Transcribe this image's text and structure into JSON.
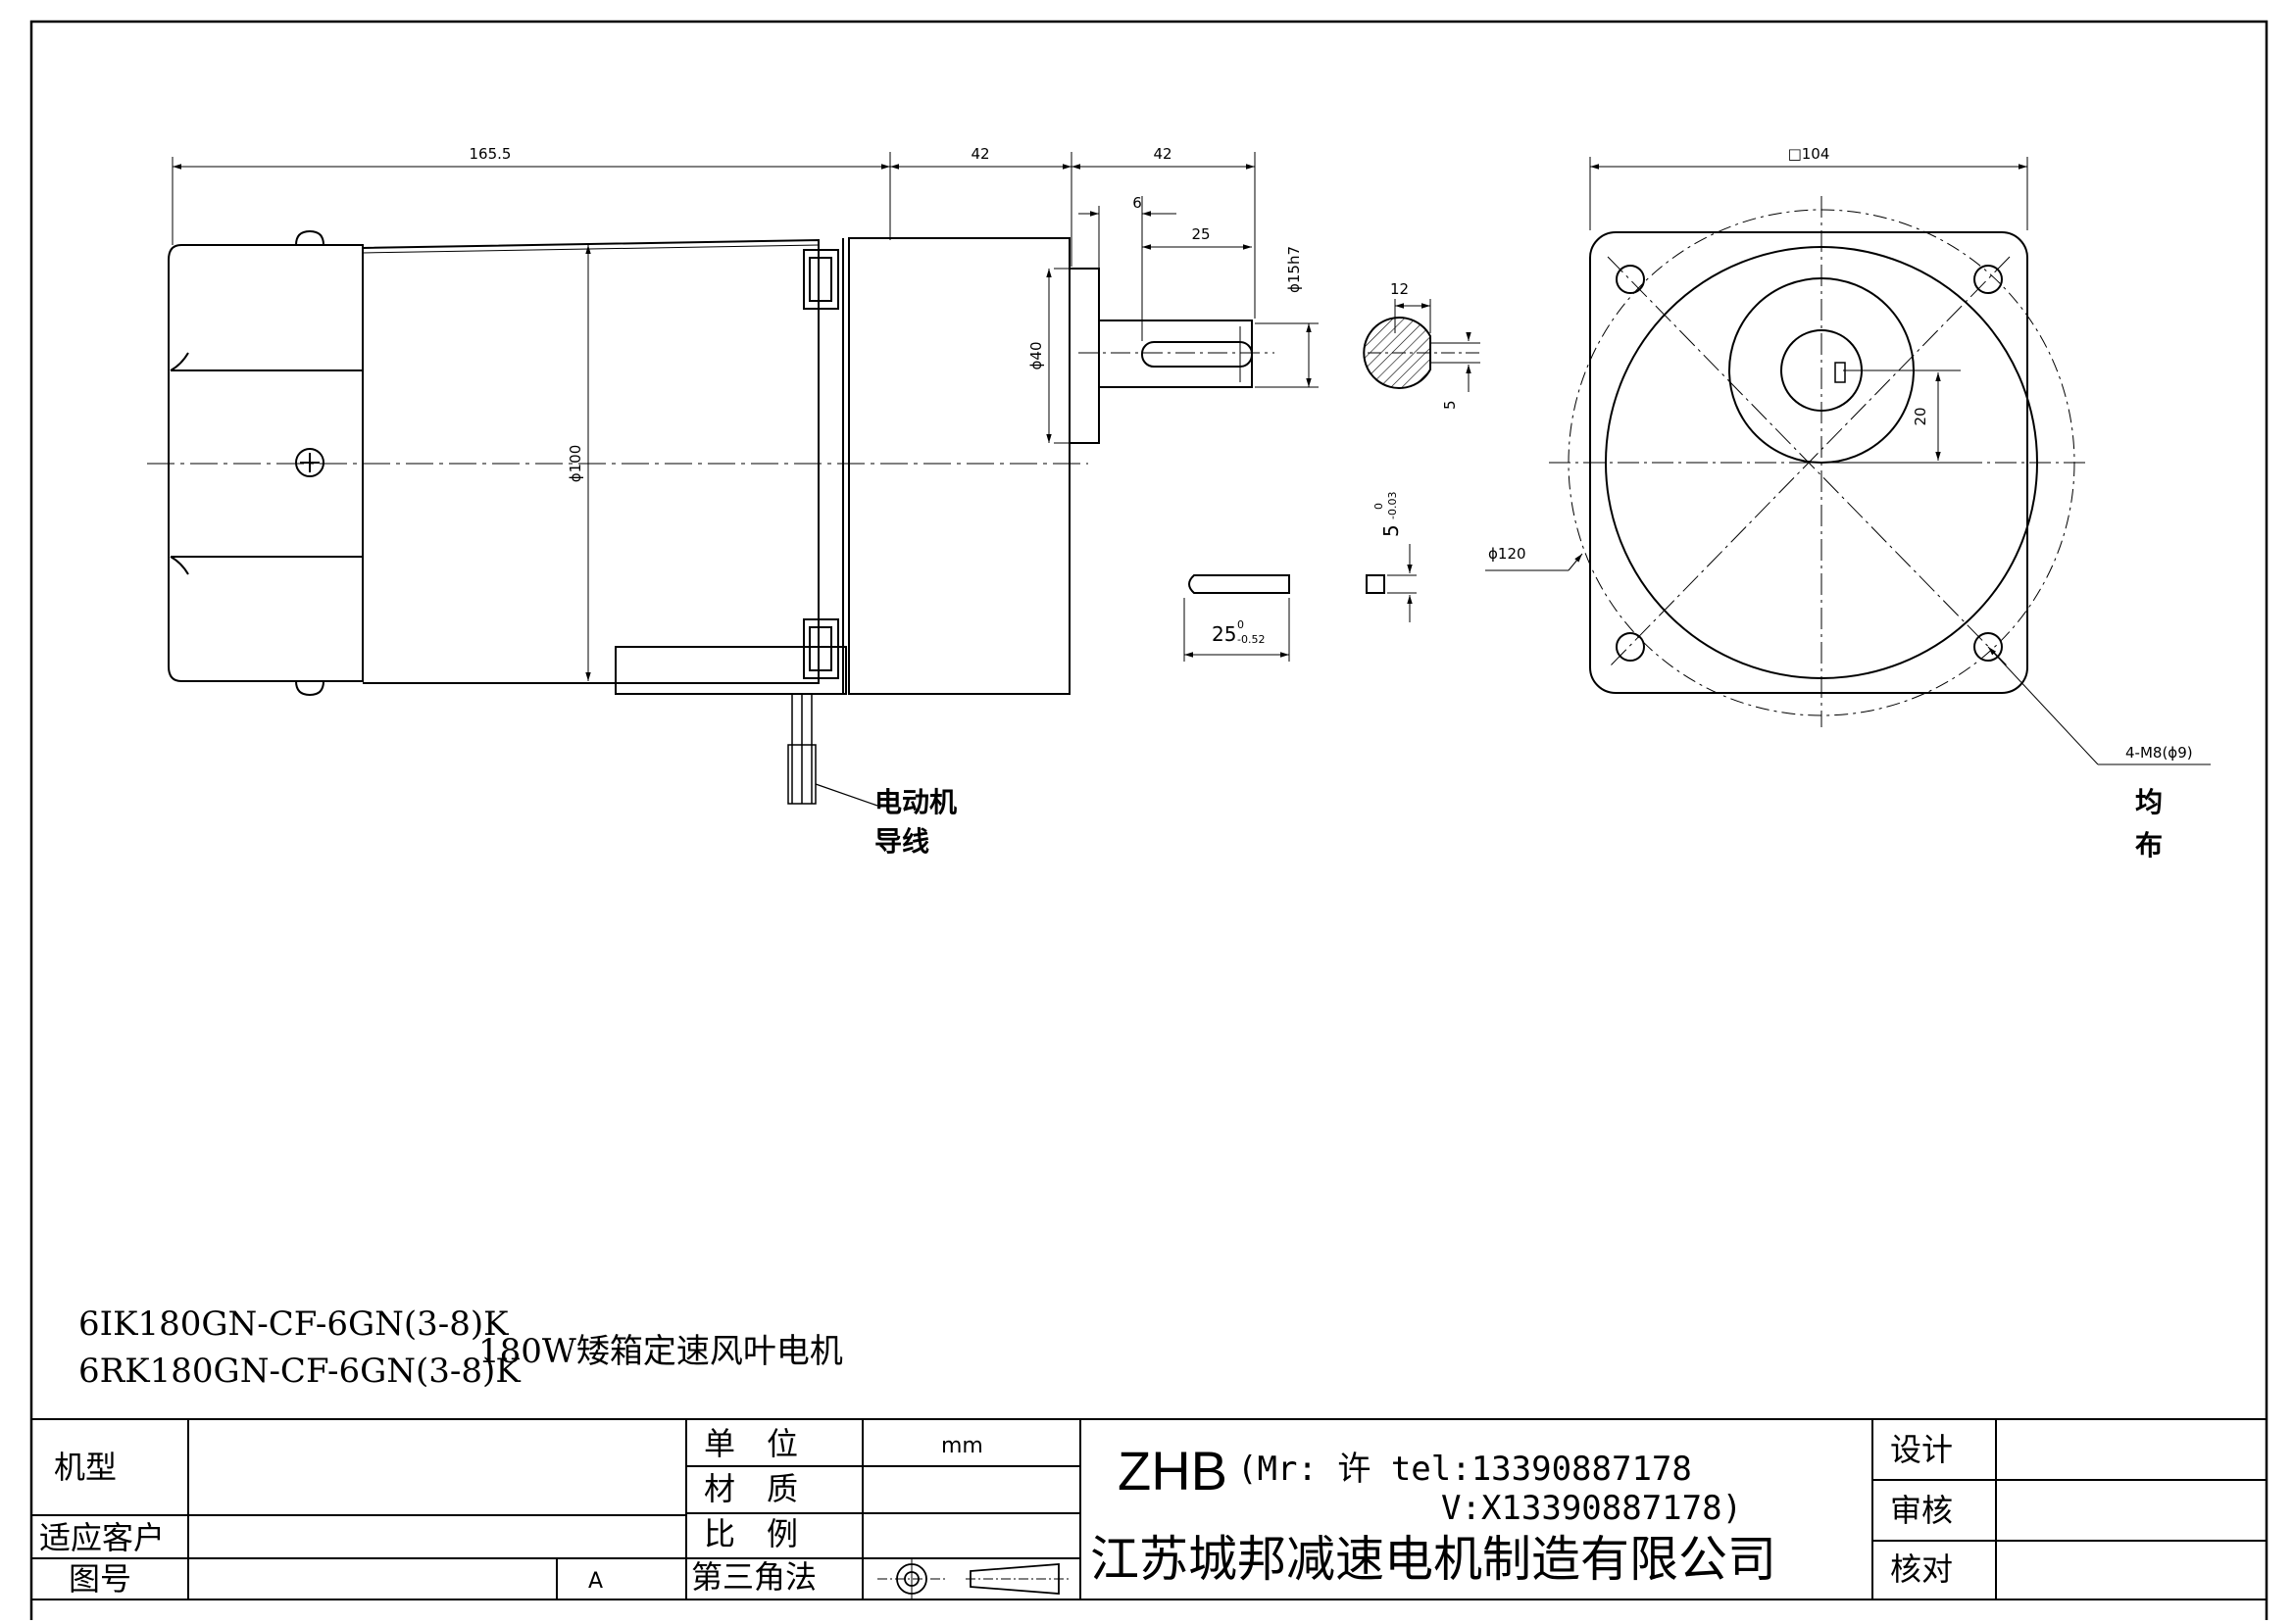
{
  "dimensions": {
    "overall_length": "165.5",
    "gearbox_length": "42",
    "shaft_length": "42",
    "key_offset": "6",
    "key_length": "25",
    "shaft_diameter": "ϕ15h7",
    "pilot_diameter": "ϕ40",
    "motor_diameter": "ϕ100",
    "flange_square": "□104",
    "bolt_circle": "ϕ120",
    "bolt_holes": "4-M8(ϕ9)",
    "shaft_section_width": "12",
    "key_height_section": "5",
    "center_height": "20",
    "key_width": "5",
    "key_width_tol_upper": "0",
    "key_width_tol_lower": "-0.03",
    "key_len": "25",
    "key_len_tol_upper": "0",
    "key_len_tol_lower": "-0.52"
  },
  "notes": {
    "lead_line_1": "电动机",
    "lead_line_2": "导线",
    "even_1": "均",
    "even_2": "布"
  },
  "model": {
    "line1": "6IK180GN-CF-6GN(3-8)K",
    "line2": "6RK180GN-CF-6GN(3-8)K",
    "description": "180W矮箱定速风叶电机"
  },
  "title_block": {
    "machine_type_label": "机型",
    "customer_label": "适应客户",
    "drawing_no_label": "图号",
    "drawing_no_value": "A",
    "unit_label": "单　位",
    "unit_value": "mm",
    "material_label": "材　质",
    "scale_label": "比　例",
    "projection_label": "第三角法",
    "brand": "ZHB",
    "contact_line1": "(Mr: 许 tel:13390887178",
    "contact_line2": "V:X13390887178)",
    "company": "江苏城邦减速电机制造有限公司",
    "design_label": "设计",
    "review_label": "审核",
    "check_label": "核对"
  }
}
